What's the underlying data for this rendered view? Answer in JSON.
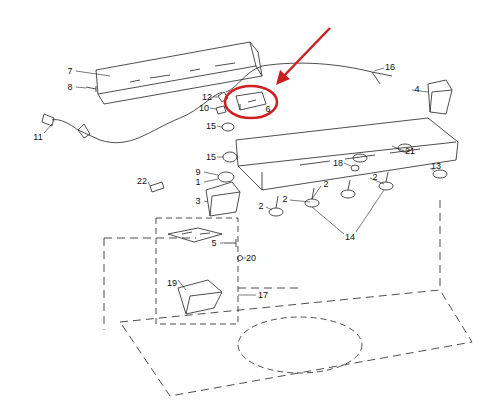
{
  "diagram": {
    "labels": [
      "7",
      "8",
      "16",
      "4",
      "12",
      "10",
      "6",
      "15",
      "11",
      "21",
      "15",
      "18",
      "13",
      "9",
      "1",
      "22",
      "2",
      "2",
      "2",
      "3",
      "2",
      "14",
      "5",
      "20",
      "19",
      "17"
    ]
  }
}
